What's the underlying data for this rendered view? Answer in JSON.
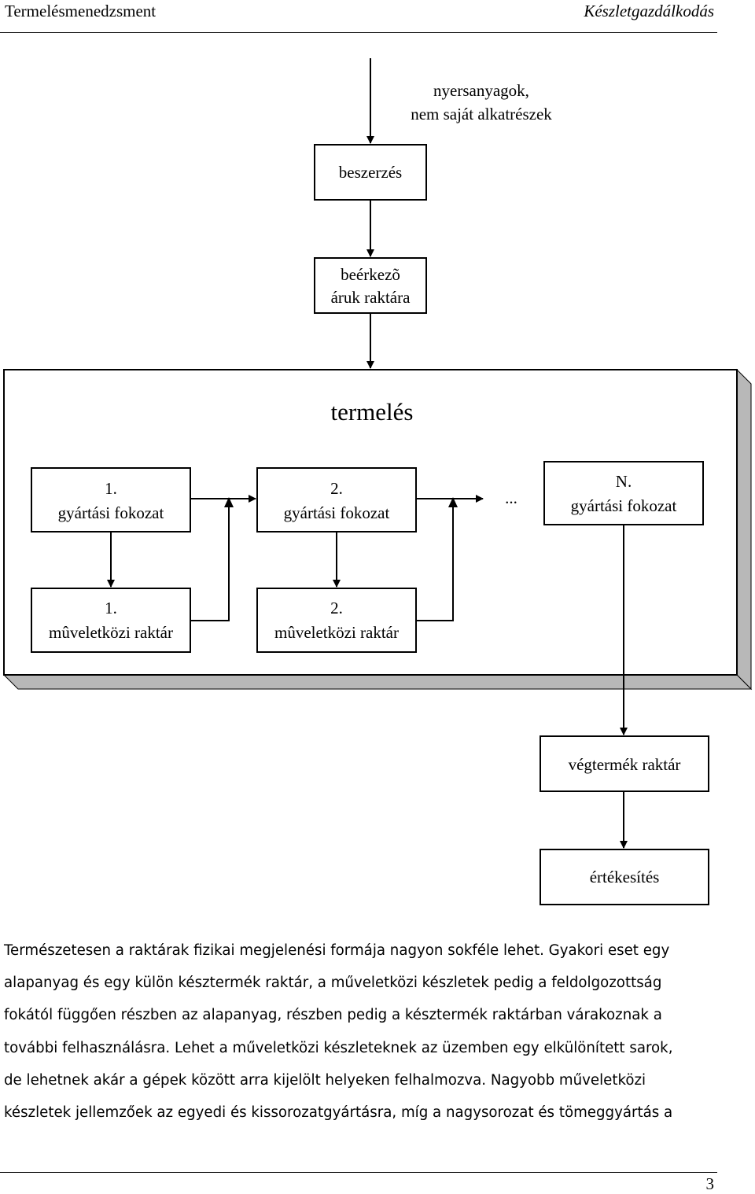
{
  "header": {
    "left": "Termelésmenedzsment",
    "right": "Készletgazdálkodás"
  },
  "diagram": {
    "input_label": [
      "nyersanyagok,",
      "nem saját alkatrészek"
    ],
    "procurement": "beszerzés",
    "incoming_store": [
      "beérkezõ",
      "áruk raktára"
    ],
    "production_title": "termelés",
    "stage1": [
      "1.",
      "gyártási fokozat"
    ],
    "stage2": [
      "2.",
      "gyártási fokozat"
    ],
    "ellipsis": "...",
    "stageN": [
      "N.",
      "gyártási fokozat"
    ],
    "wip1": [
      "1.",
      "mûveletközi raktár"
    ],
    "wip2": [
      "2.",
      "mûveletközi raktár"
    ],
    "finished_store": "végtermék raktár",
    "sales": "értékesítés"
  },
  "paragraph": [
    "Természetesen a raktárak fizikai megjelenési formája nagyon sokféle lehet. Gyakori eset egy",
    "alapanyag és egy külön késztermék raktár, a műveletközi készletek pedig a feldolgozottság",
    "fokától függően részben az alapanyag, részben pedig a késztermék raktárban várakoznak a",
    "további felhasználásra. Lehet a műveletközi készleteknek az üzemben egy elkülönített sarok,",
    "de lehetnek akár a gépek között arra kijelölt helyeken felhalmozva. Nagyobb műveletközi",
    "készletek jellemzőek az egyedi és kissorozatgyártásra, míg a nagysorozat és tömeggyártás a"
  ],
  "footer": {
    "page_number": "3"
  }
}
